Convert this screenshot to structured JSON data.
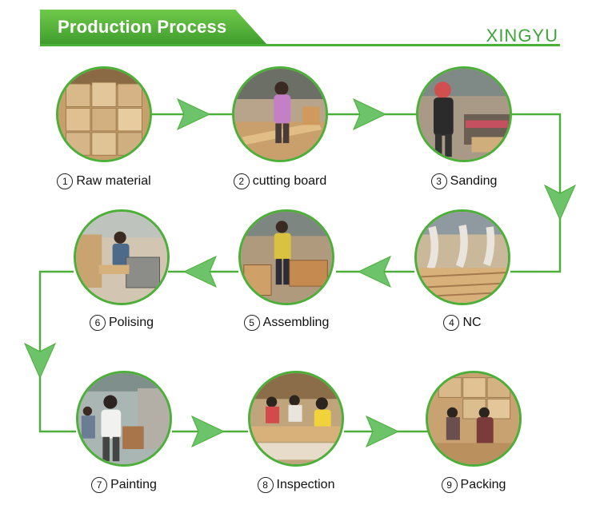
{
  "header": {
    "title": "Production Process",
    "brand": "XINGYU"
  },
  "colors": {
    "accent": "#4caf3a",
    "arrow": "#6cc36a",
    "line": "#4caf3a"
  },
  "steps": [
    {
      "number": "1",
      "label": "Raw material",
      "photo": "stacked-cartons-photo"
    },
    {
      "number": "2",
      "label": "cutting board",
      "photo": "worker-cutting-photo"
    },
    {
      "number": "3",
      "label": "Sanding",
      "photo": "worker-sanding-photo"
    },
    {
      "number": "4",
      "label": "NC",
      "photo": "cnc-machine-photo"
    },
    {
      "number": "5",
      "label": "Assembling",
      "photo": "worker-assembling-photo"
    },
    {
      "number": "6",
      "label": "Polising",
      "photo": "worker-polishing-photo"
    },
    {
      "number": "7",
      "label": "Painting",
      "photo": "worker-painting-photo"
    },
    {
      "number": "8",
      "label": "Inspection",
      "photo": "workers-inspecting-photo"
    },
    {
      "number": "9",
      "label": "Packing",
      "photo": "workers-packing-photo"
    }
  ]
}
